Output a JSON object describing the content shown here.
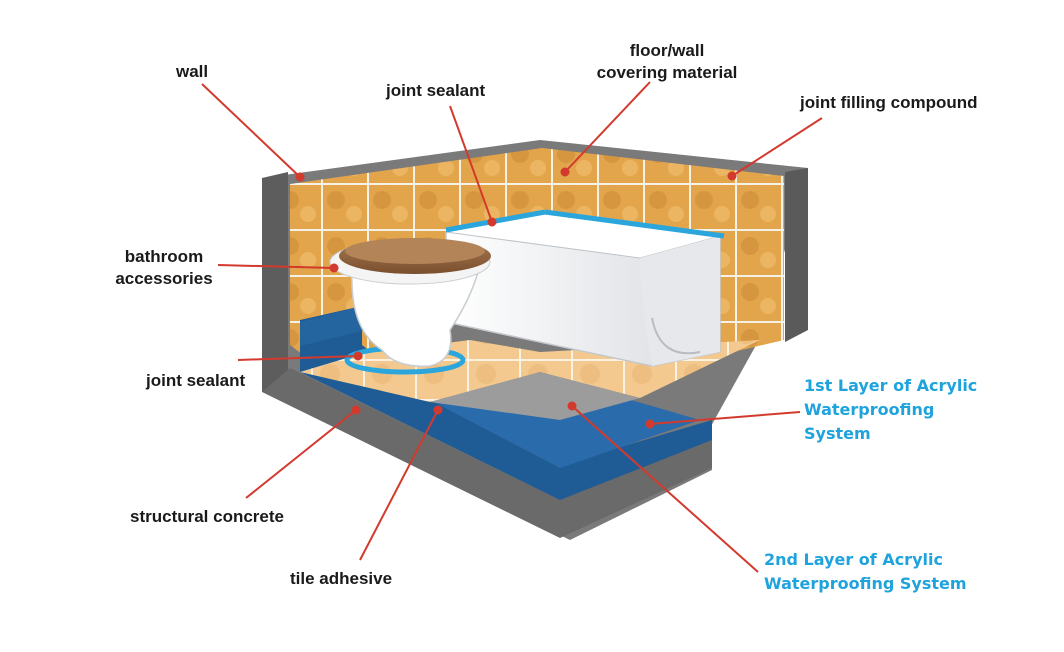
{
  "labels": {
    "wall": "wall",
    "joint_sealant_top": "joint sealant",
    "floor_wall_covering": [
      "floor/wall",
      "covering material"
    ],
    "joint_filling_compound": "joint filling compound",
    "bathroom_accessories": [
      "bathroom",
      "accessories"
    ],
    "joint_sealant_left": "joint sealant",
    "structural_concrete": "structural concrete",
    "tile_adhesive": "tile adhesive",
    "first_layer": [
      "1st Layer of Acrylic",
      "Waterproofing",
      "System"
    ],
    "second_layer": [
      "2nd Layer of Acrylic",
      "Waterproofing System"
    ]
  },
  "colors": {
    "concrete": "#6e6e6e",
    "tile": "#e2a24a",
    "membrane": "#1f5c96",
    "sealant": "#29a9df",
    "leader": "#d33a2e",
    "blue_text": "#1fa3dc"
  }
}
